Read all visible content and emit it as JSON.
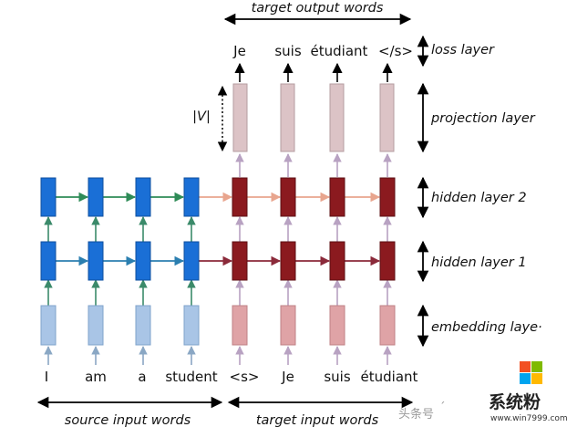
{
  "source_words": [
    "I",
    "am",
    "a",
    "student"
  ],
  "target_input_words": [
    "<s>",
    "Je",
    "suis",
    "étudiant"
  ],
  "target_output_words": [
    "Je",
    "suis",
    "étudiant",
    "</s>"
  ],
  "labels": {
    "target_output": "target output words",
    "source_input": "source input words",
    "target_input": "target input words",
    "loss_layer": "loss layer",
    "projection_layer": "projection layer",
    "hidden_layer_2": "hidden layer 2",
    "hidden_layer_1": "hidden layer 1",
    "embedding_layer": "embedding laye·",
    "vocab_size": "|V|"
  },
  "watermark": {
    "source_text": "头条号",
    "site_name": "系统粉",
    "site_url": "www.win7999.com"
  },
  "colors": {
    "encoder_hidden": "#1a6fd6",
    "encoder_embed": "#a9c5e6",
    "decoder_hidden": "#8b1a1f",
    "decoder_embed": "#dfa3a6",
    "projection": "#dcc3c6",
    "enc_h2_arrow": "#2e8b57",
    "enc_h1_arrow": "#2b7fb0",
    "dec_h2_arrow": "#e8a58e",
    "dec_h1_arrow": "#8b2a3a",
    "enc_v_arrow": "#3b8a6a",
    "dec_v_arrow": "#b8a2c2"
  }
}
